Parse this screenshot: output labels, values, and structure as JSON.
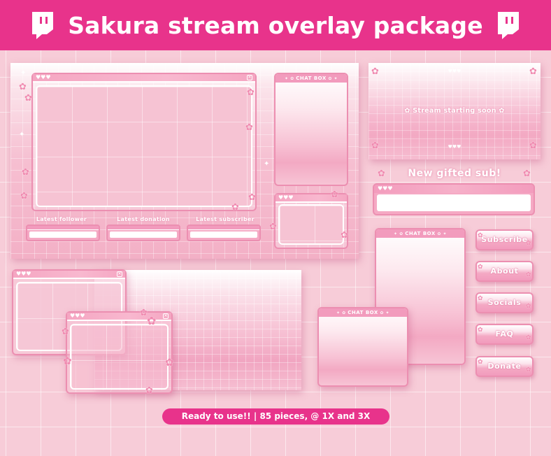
{
  "header": {
    "title": "Sakura stream overlay package",
    "left_icon": "twitch-icon",
    "right_icon": "twitch-icon",
    "background_color": "#e8338b"
  },
  "main_overlay": {
    "webcam_frame": {
      "hearts": "♥♥♥",
      "close": "✕"
    },
    "chat_box_label": "CHAT BOX",
    "alerts": [
      {
        "label": "Latest follower"
      },
      {
        "label": "Latest donation"
      },
      {
        "label": "Latest subscriber"
      }
    ],
    "small_cam": {
      "hearts": "♥♥♥"
    }
  },
  "starting_screen": {
    "hearts_top": "♥♥♥",
    "text": "Stream starting soon",
    "hearts_bottom": "♥♥♥"
  },
  "gifted_sub": {
    "title": "New gifted sub!",
    "hearts": "♥♥♥"
  },
  "chat_box_large": {
    "label": "CHAT BOX"
  },
  "chat_box_small": {
    "label": "CHAT BOX"
  },
  "windows": {
    "window_a": {
      "hearts": "♥♥♥",
      "close": "✕"
    },
    "window_b": {
      "hearts": "♥♥♥",
      "close": "✕"
    }
  },
  "panel_buttons": [
    {
      "label": "Subscribe"
    },
    {
      "label": "About"
    },
    {
      "label": "Socials"
    },
    {
      "label": "FAQ"
    },
    {
      "label": "Donate"
    }
  ],
  "footer": {
    "text": "Ready to use!! | 85 pieces, @ 1X and 3X",
    "background_color": "#e8338b"
  },
  "colors": {
    "background": "#f7ccd8",
    "frame_border": "#ec8fb1",
    "accent_pink": "#f29bbd",
    "text_white": "#ffffff"
  }
}
